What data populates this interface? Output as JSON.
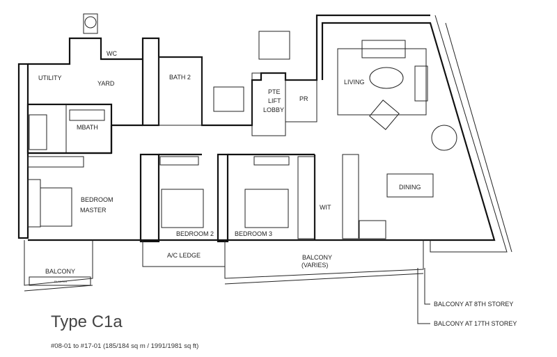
{
  "plan": {
    "title": "Type C1a",
    "subtitle": "#08-01 to #17-01 (185/184 sq m / 1991/1981 sq ft)",
    "rooms": {
      "utility": "UTILITY",
      "yard": "YARD",
      "wc": "WC",
      "bath2": "BATH 2",
      "mbath": "MBATH",
      "lift_lobby_1": "PTE",
      "lift_lobby_2": "LIFT",
      "lift_lobby_3": "LOBBY",
      "pr": "PR",
      "living": "LIVING",
      "dining": "DINING",
      "master_1": "BEDROOM",
      "master_2": "MASTER",
      "bedroom2": "BEDROOM 2",
      "bedroom3": "BEDROOM 3",
      "wet_kitchen": "WIT",
      "balcony_left": "BALCONY",
      "planter": "PLANTER",
      "ac_ledge": "A/C LEDGE",
      "balcony_right_1": "BALCONY",
      "balcony_right_2": "(VARIES)"
    },
    "callouts": {
      "balcony_8th": "BALCONY AT 8TH STOREY",
      "balcony_17th": "BALCONY AT 17TH STOREY"
    }
  }
}
